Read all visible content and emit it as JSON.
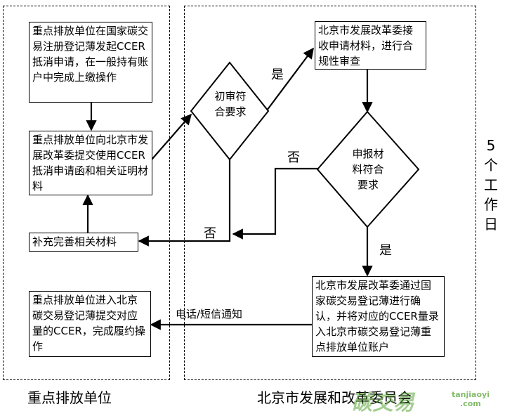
{
  "lanes": {
    "left_caption": "重点排放单位",
    "right_caption": "北京市发展和改革委员会"
  },
  "boxes": {
    "initiate": "重点排放单位在国家碳交易注册登记薄发起CCER抵消申请，在一般持有账户中完成上缴操作",
    "submit": "重点排放单位向北京市发展改革委提交使用CCER抵消申请函和相关证明材料",
    "supplement": "补充完善相关材料",
    "fulfill": "重点排放单位进入北京碳交易登记薄提交对应量的CCER，完成履约操作",
    "receive": "北京市发展改革委接收申请材料，进行合规性审查",
    "confirm": "北京市发展改革委通过国家碳交易登记薄进行确认，并将对应的CCER量录入北京市碳交易登记薄重点排放单位账户"
  },
  "decisions": {
    "first_review": "初审符合要求",
    "materials_ok": "申报材料符合要求"
  },
  "edge_labels": {
    "yes_1": "是",
    "no_1": "否",
    "no_2": "否",
    "yes_2": "是",
    "notify": "电话/短信通知"
  },
  "side_note": "5个工作日",
  "watermark": {
    "main": "碳交易",
    "domain": "tanjiaoyi",
    "tld": ".com"
  }
}
